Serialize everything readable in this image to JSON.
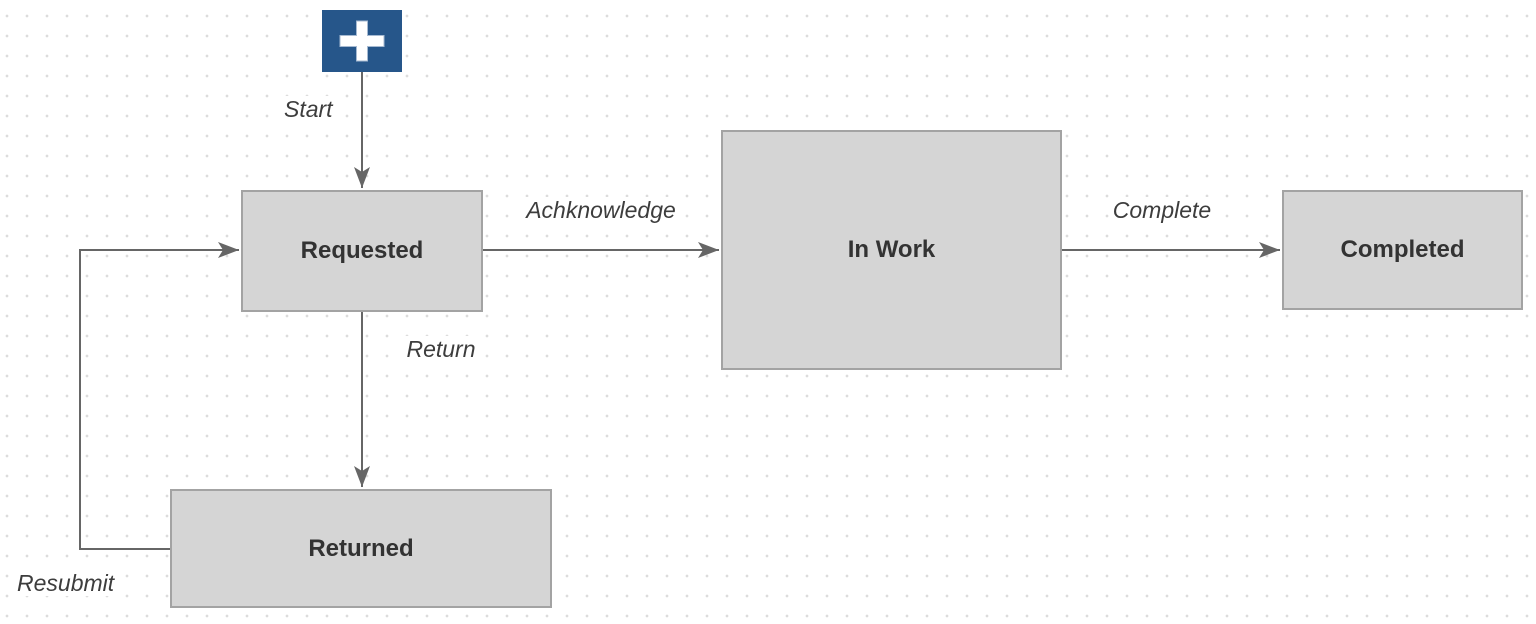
{
  "diagram": {
    "nodes": {
      "start": {
        "icon": "plus-icon"
      },
      "requested": {
        "label": "Requested"
      },
      "in_work": {
        "label": "In Work"
      },
      "completed": {
        "label": "Completed"
      },
      "returned": {
        "label": "Returned"
      }
    },
    "edges": {
      "start": {
        "label": "Start"
      },
      "acknowledge": {
        "label": "Achknowledge"
      },
      "complete": {
        "label": "Complete"
      },
      "return": {
        "label": "Return"
      },
      "resubmit": {
        "label": "Resubmit"
      }
    },
    "colors": {
      "background": "#ffffff",
      "grid_dot": "#dcdcdc",
      "node_fill": "#d5d5d5",
      "node_border": "#a3a3a3",
      "node_text": "#333333",
      "start_fill": "#26568a",
      "plus_outline": "#a6bad2",
      "connector": "#666666",
      "label_text": "#3d3d3d"
    }
  }
}
